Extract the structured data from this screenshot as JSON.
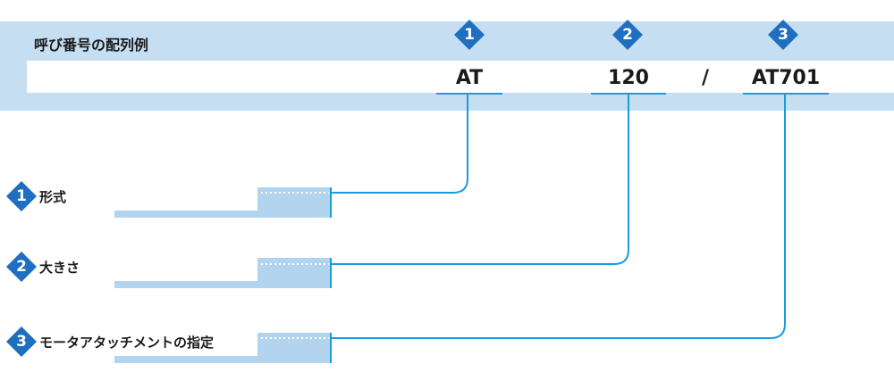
{
  "header": {
    "title": "呼び番号の配列例"
  },
  "code_parts": [
    {
      "marker": "1",
      "text": "AT"
    },
    {
      "marker": "2",
      "text": "120"
    },
    {
      "separator": "/"
    },
    {
      "marker": "3",
      "text": "AT701"
    }
  ],
  "items": [
    {
      "marker": "1",
      "label": "形式"
    },
    {
      "marker": "2",
      "label": "大きさ"
    },
    {
      "marker": "3",
      "label": "モータアタッチメントの指定"
    }
  ],
  "colors": {
    "accent": "#1a9be0",
    "banner": "#c5def2",
    "label_back": "#b2d4ef",
    "marker_fill": "#1f6fc0"
  }
}
